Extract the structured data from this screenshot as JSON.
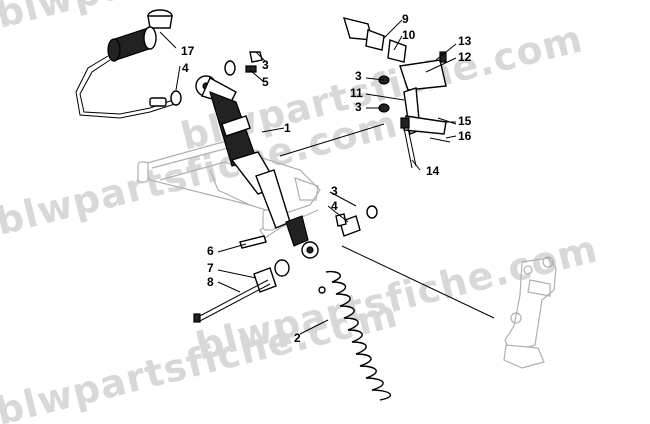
{
  "watermark": {
    "line1": "blwpartsfiche.com",
    "line2": "blwpartsfiche.com",
    "line3": "blwpartsfiche.com",
    "line4": "blwpartsfiche.com",
    "line5": "blwpartsfiche.com"
  },
  "callouts": {
    "c1": "1",
    "c2": "2",
    "c3a": "3",
    "c3b": "3",
    "c3c": "3",
    "c3d": "3",
    "c4a": "4",
    "c4b": "4",
    "c5": "5",
    "c6": "6",
    "c7": "7",
    "c8": "8",
    "c9": "9",
    "c10": "10",
    "c11": "11",
    "c12": "12",
    "c13": "13",
    "c14": "14",
    "c15": "15",
    "c16": "16",
    "c17": "17"
  },
  "colors": {
    "ink": "#000000",
    "watermark": "#d8d8d8",
    "ghost": "#b0b0b0"
  }
}
